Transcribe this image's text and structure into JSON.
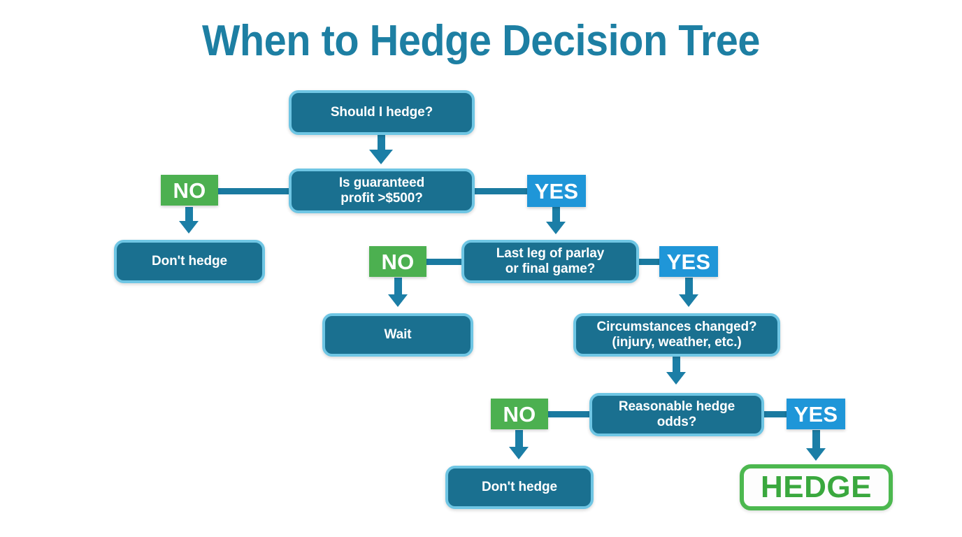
{
  "title": "When to Hedge Decision Tree",
  "colors": {
    "title": "#1d7fa3",
    "node_fill": "#1a7090",
    "node_border": "#6fc6e4",
    "no_badge": "#4cb050",
    "yes_badge": "#1f96d8",
    "connector": "#1b7ea6",
    "hedge_green": "#4cb84f",
    "background": "#ffffff"
  },
  "nodes": {
    "root": "Should I hedge?",
    "profit_check_line1": "Is guaranteed",
    "profit_check_line2": "profit >$500?",
    "dont_hedge_left": "Don't hedge",
    "last_leg_line1": "Last leg of parlay",
    "last_leg_line2": "or final game?",
    "wait": "Wait",
    "circumstances_line1": "Circumstances changed?",
    "circumstances_line2": "(injury, weather, etc.)",
    "odds_line1": "Reasonable hedge",
    "odds_line2": "odds?",
    "dont_hedge_bottom": "Don't hedge",
    "hedge": "HEDGE"
  },
  "badges": {
    "no_profit": "NO",
    "yes_profit": "YES",
    "no_lastleg": "NO",
    "yes_lastleg": "YES",
    "no_odds": "NO",
    "yes_odds": "YES"
  },
  "chart_data": {
    "type": "diagram",
    "diagram_kind": "decision-tree",
    "title": "When to Hedge Decision Tree",
    "nodes": [
      {
        "id": "root",
        "label": "Should I hedge?",
        "kind": "decision"
      },
      {
        "id": "profit",
        "label": "Is guaranteed profit >$500?",
        "kind": "decision"
      },
      {
        "id": "dont_hedge_1",
        "label": "Don't hedge",
        "kind": "outcome"
      },
      {
        "id": "last_leg",
        "label": "Last leg of parlay or final game?",
        "kind": "decision"
      },
      {
        "id": "wait",
        "label": "Wait",
        "kind": "outcome"
      },
      {
        "id": "circumstances",
        "label": "Circumstances changed? (injury, weather, etc.)",
        "kind": "decision"
      },
      {
        "id": "odds",
        "label": "Reasonable hedge odds?",
        "kind": "decision"
      },
      {
        "id": "dont_hedge_2",
        "label": "Don't hedge",
        "kind": "outcome"
      },
      {
        "id": "hedge",
        "label": "HEDGE",
        "kind": "terminal"
      }
    ],
    "edges": [
      {
        "from": "root",
        "to": "profit",
        "label": ""
      },
      {
        "from": "profit",
        "to": "dont_hedge_1",
        "label": "NO"
      },
      {
        "from": "profit",
        "to": "last_leg",
        "label": "YES"
      },
      {
        "from": "last_leg",
        "to": "wait",
        "label": "NO"
      },
      {
        "from": "last_leg",
        "to": "circumstances",
        "label": "YES"
      },
      {
        "from": "circumstances",
        "to": "odds",
        "label": ""
      },
      {
        "from": "odds",
        "to": "dont_hedge_2",
        "label": "NO"
      },
      {
        "from": "odds",
        "to": "hedge",
        "label": "YES"
      }
    ]
  }
}
